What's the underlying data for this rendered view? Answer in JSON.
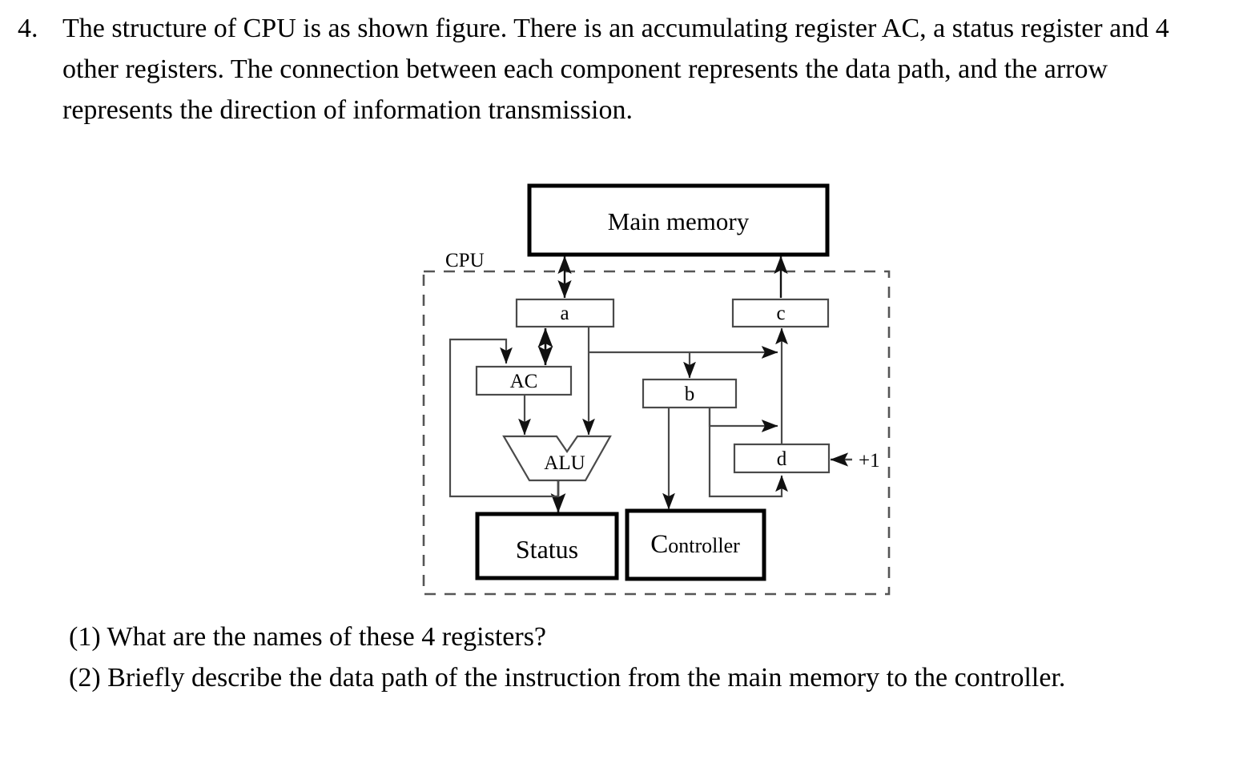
{
  "question": {
    "number": "4.",
    "stem": "The structure of CPU is as shown figure. There is an accumulating register AC, a status register and 4 other registers. The connection between each component represents the data path, and the arrow represents the direction of information transmission.",
    "sub_questions": [
      "(1) What are the names of these 4 registers?",
      "(2) Briefly describe the data path of the instruction from the main memory to the controller."
    ]
  },
  "figure": {
    "boundary_label": "CPU",
    "blocks": {
      "main_memory": "Main memory",
      "reg_a": "a",
      "reg_c": "c",
      "accumulator": "AC",
      "reg_b": "b",
      "reg_d": "d",
      "alu": "ALU",
      "status": "Status",
      "controller_cap": "C",
      "controller_rest": "ontroller"
    },
    "annotations": {
      "increment": "+1"
    },
    "colors": {
      "stroke": "#000000",
      "thin_stroke": "#4a4a4a",
      "dashed_stroke": "#555555",
      "background": "#ffffff"
    }
  }
}
